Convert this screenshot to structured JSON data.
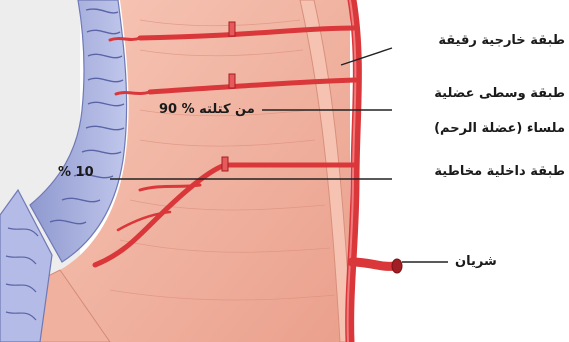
{
  "labels": {
    "external_layer": "طبقة خارجية رقيقة",
    "middle_layer_line1": "طبقة وسطى عضلية",
    "middle_layer_line2": "ملساء (عضلة الرحم)",
    "internal_layer": "طبقة داخلية مخاطية",
    "artery": "شريان",
    "middle_percent": "90 % من كتلته",
    "internal_percent": "% 10"
  },
  "colors": {
    "muscle": "#f2b5a2",
    "muscle_dark": "#e49a86",
    "outer_band": "#f6c3b3",
    "mucosa": "#aab4e0",
    "mucosa_edge": "#6f79b5",
    "vessel": "#d9373a",
    "vessel_dark": "#a11f24",
    "background_left": "#ededed",
    "leader": "#222222"
  }
}
